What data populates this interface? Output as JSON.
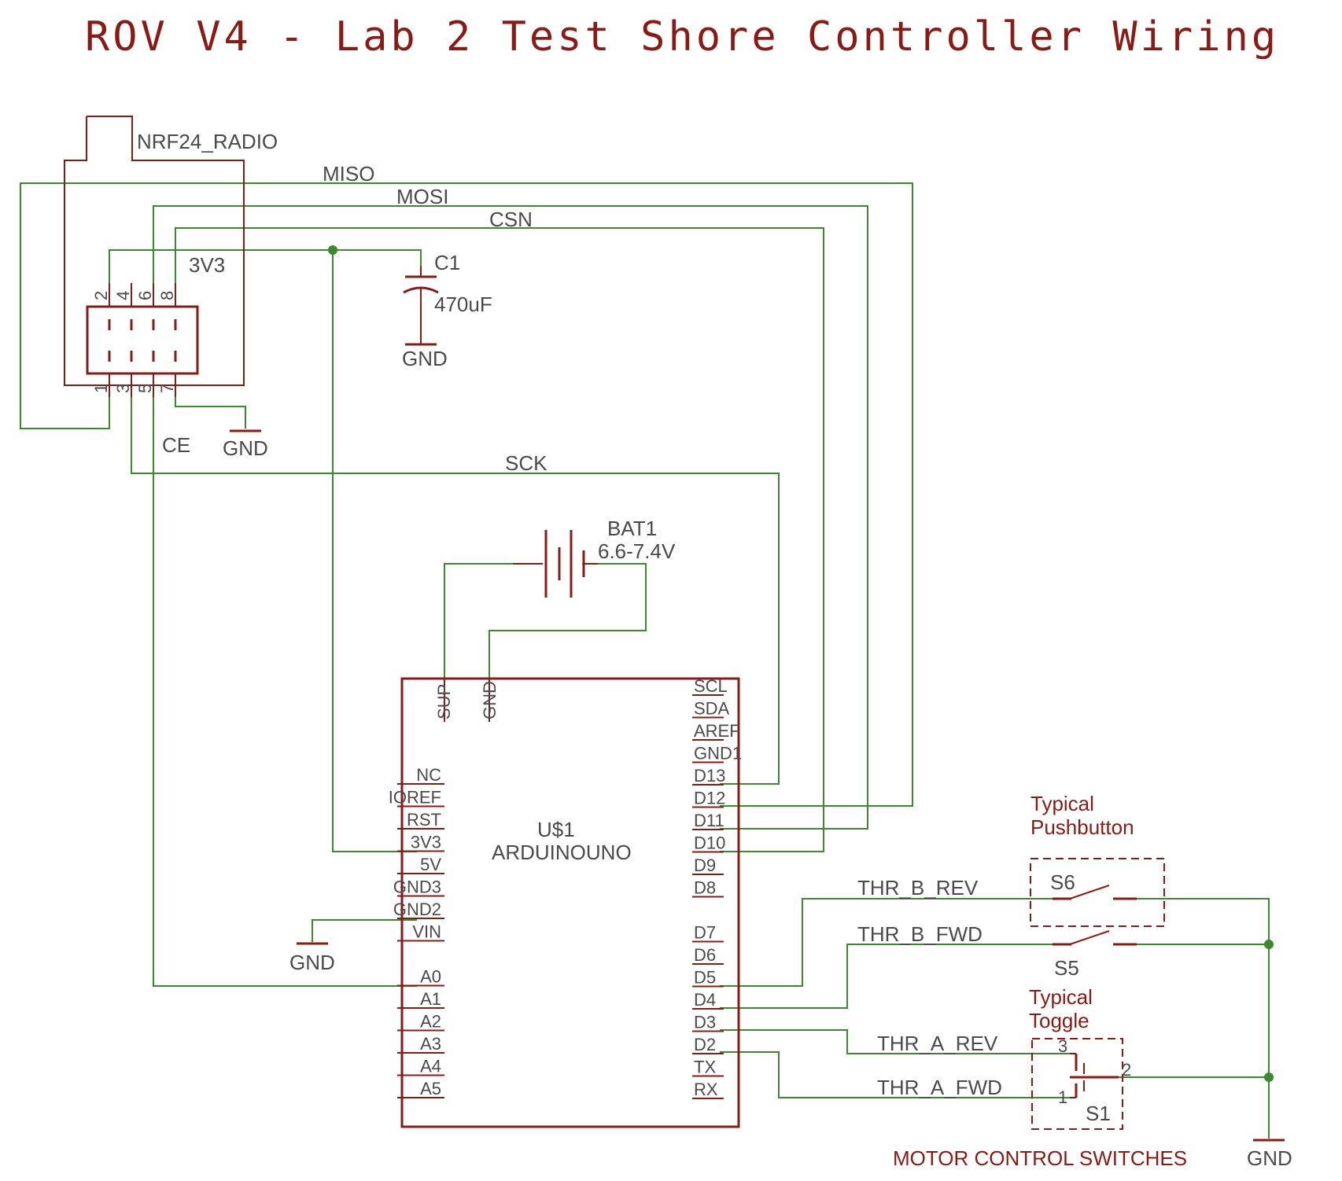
{
  "title": "ROV V4 - Lab 2 Test Shore Controller Wiring",
  "radio": {
    "name": "NRF24_RADIO",
    "pins_top": [
      "2",
      "4",
      "6",
      "8"
    ],
    "pins_bottom": [
      "1",
      "3",
      "5",
      "7"
    ]
  },
  "nets": {
    "miso": "MISO",
    "mosi": "MOSI",
    "csn": "CSN",
    "v33": "3V3",
    "ce": "CE",
    "sck": "SCK",
    "thr_b_rev": "THR_B_REV",
    "thr_b_fwd": "THR_B_FWD",
    "thr_a_rev": "THR_A_REV",
    "thr_a_fwd": "THR_A_FWD"
  },
  "capacitor": {
    "name": "C1",
    "value": "470uF"
  },
  "battery": {
    "name": "BAT1",
    "value": "6.6-7.4V"
  },
  "gnd_label": "GND",
  "arduino": {
    "name": "U$1",
    "model": "ARDUINOUNO",
    "top_pins": [
      "SUP",
      "GND"
    ],
    "left_pins": [
      "NC",
      "IOREF",
      "RST",
      "3V3",
      "5V",
      "GND3",
      "GND2",
      "VIN",
      "A0",
      "A1",
      "A2",
      "A3",
      "A4",
      "A5"
    ],
    "right_pins": [
      "SCL",
      "SDA",
      "AREF",
      "GND1",
      "D13",
      "D12",
      "D11",
      "D10",
      "D9",
      "D8",
      "D7",
      "D6",
      "D5",
      "D4",
      "D3",
      "D2",
      "TX",
      "RX"
    ]
  },
  "switches": {
    "pushbutton_note": [
      "Typical",
      "Pushbutton"
    ],
    "toggle_note": [
      "Typical",
      "Toggle"
    ],
    "s6": "S6",
    "s5": "S5",
    "s1": "S1",
    "s1_pins": [
      "3",
      "2",
      "1"
    ]
  },
  "footer": "MOTOR CONTROL SWITCHES"
}
